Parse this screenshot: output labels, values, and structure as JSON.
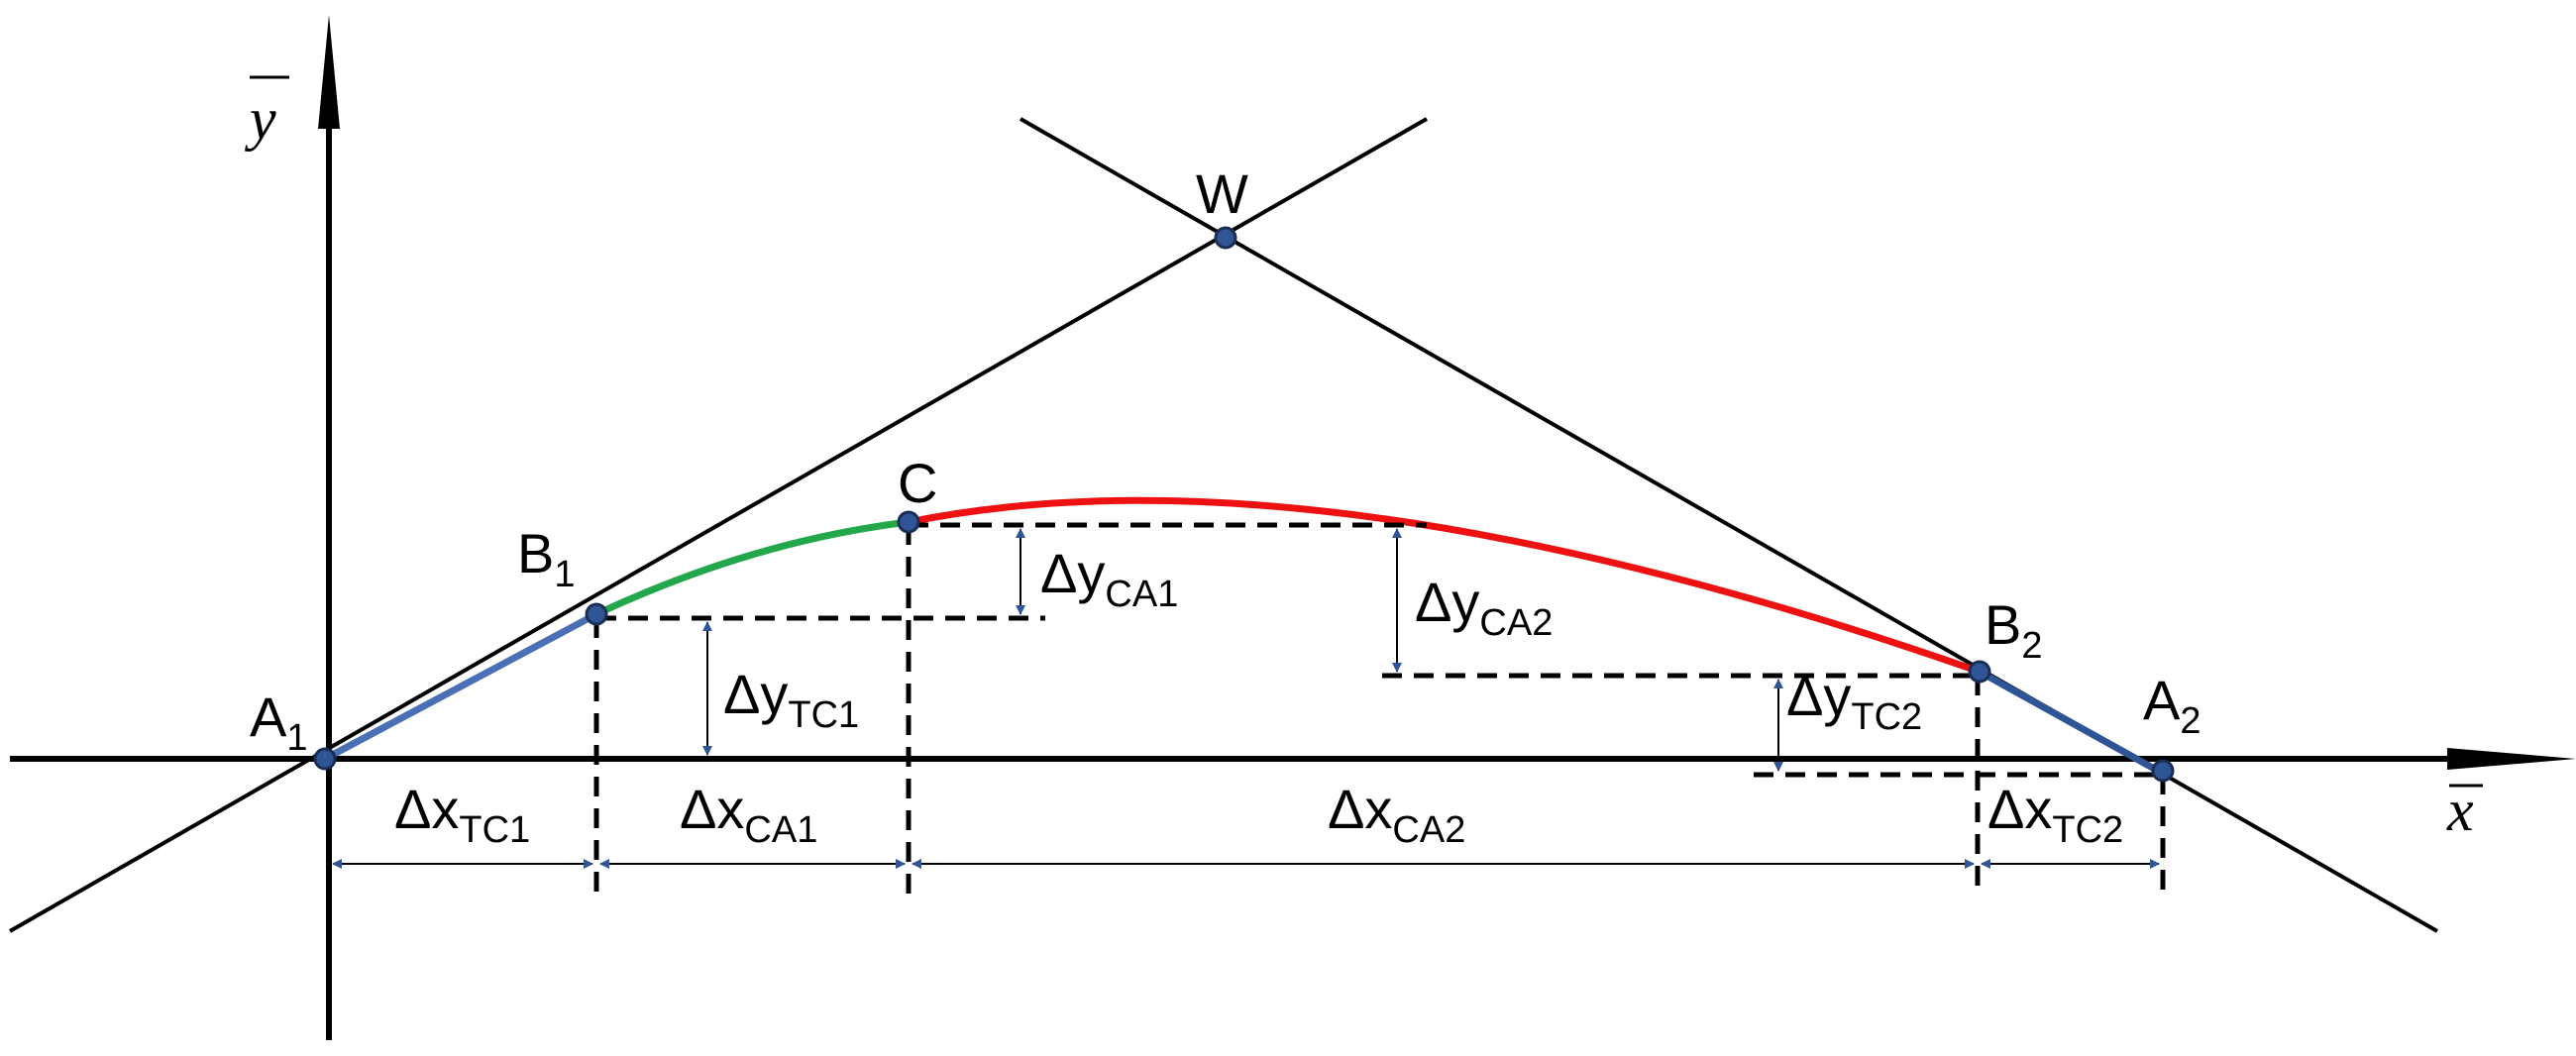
{
  "colors": {
    "axis": "#000000",
    "segment_A1_B1": "#4a6fb5",
    "arc_B1_C": "#22a84a",
    "arc_C_B2": "#ee1111",
    "point_fill": "#2f5597",
    "arrow": "#2f5597"
  },
  "axes": {
    "x": "x",
    "y": "y"
  },
  "points": {
    "A1": {
      "main": "A",
      "sub": "1"
    },
    "B1": {
      "main": "B",
      "sub": "1"
    },
    "C": {
      "main": "C",
      "sub": ""
    },
    "W": {
      "main": "W",
      "sub": ""
    },
    "B2": {
      "main": "B",
      "sub": "2"
    },
    "A2": {
      "main": "A",
      "sub": "2"
    }
  },
  "dimensions": {
    "dx_tc1": {
      "main": "Δx",
      "sub": "TC1"
    },
    "dx_ca1": {
      "main": "Δx",
      "sub": "CA1"
    },
    "dx_ca2": {
      "main": "Δx",
      "sub": "CA2"
    },
    "dx_tc2": {
      "main": "Δx",
      "sub": "TC2"
    },
    "dy_tc1": {
      "main": "Δy",
      "sub": "TC1"
    },
    "dy_ca1": {
      "main": "Δy",
      "sub": "CA1"
    },
    "dy_ca2": {
      "main": "Δy",
      "sub": "CA2"
    },
    "dy_tc2": {
      "main": "Δy",
      "sub": "TC2"
    }
  }
}
